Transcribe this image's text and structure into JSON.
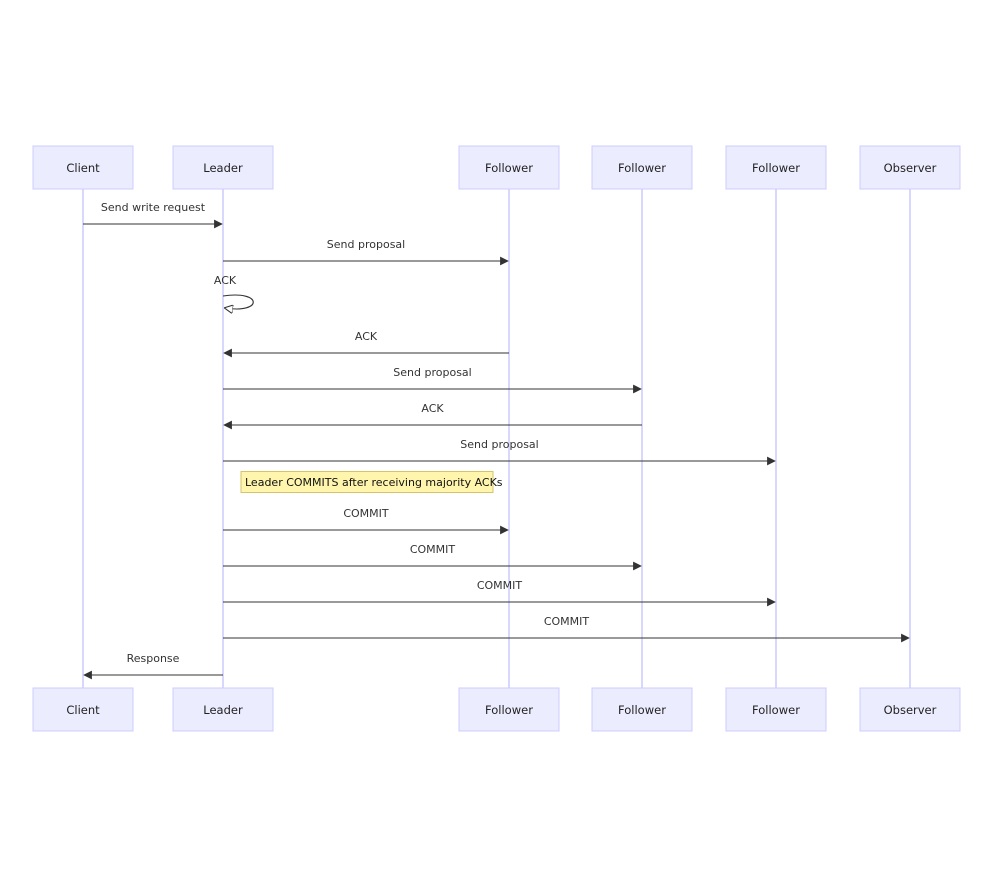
{
  "participants": [
    {
      "id": "client",
      "label": "Client"
    },
    {
      "id": "leader",
      "label": "Leader"
    },
    {
      "id": "follower1",
      "label": "Follower"
    },
    {
      "id": "follower2",
      "label": "Follower"
    },
    {
      "id": "follower3",
      "label": "Follower"
    },
    {
      "id": "observer",
      "label": "Observer"
    }
  ],
  "messages": [
    {
      "from": "client",
      "to": "leader",
      "label": "Send write request",
      "arrow": "filled"
    },
    {
      "from": "leader",
      "to": "follower1",
      "label": "Send proposal",
      "arrow": "filled"
    },
    {
      "from": "leader",
      "to": "leader",
      "label": "ACK",
      "arrow": "open"
    },
    {
      "from": "follower1",
      "to": "leader",
      "label": "ACK",
      "arrow": "filled"
    },
    {
      "from": "leader",
      "to": "follower2",
      "label": "Send proposal",
      "arrow": "filled"
    },
    {
      "from": "follower2",
      "to": "leader",
      "label": "ACK",
      "arrow": "filled"
    },
    {
      "from": "leader",
      "to": "follower3",
      "label": "Send proposal",
      "arrow": "filled"
    },
    {
      "note": true,
      "over": "leader",
      "label": "Leader COMMITS after receiving majority ACKs"
    },
    {
      "from": "leader",
      "to": "follower1",
      "label": "COMMIT",
      "arrow": "filled"
    },
    {
      "from": "leader",
      "to": "follower2",
      "label": "COMMIT",
      "arrow": "filled"
    },
    {
      "from": "leader",
      "to": "follower3",
      "label": "COMMIT",
      "arrow": "filled"
    },
    {
      "from": "leader",
      "to": "observer",
      "label": "COMMIT",
      "arrow": "filled"
    },
    {
      "from": "leader",
      "to": "client",
      "label": "Response",
      "arrow": "filled"
    }
  ],
  "colors": {
    "actor_fill": "#ECECFF",
    "actor_stroke": "#CCCCFF",
    "lifeline": "#CCCCFF",
    "note_fill": "#FFF5AD",
    "note_stroke": "#D6C36A",
    "message": "#333333"
  }
}
